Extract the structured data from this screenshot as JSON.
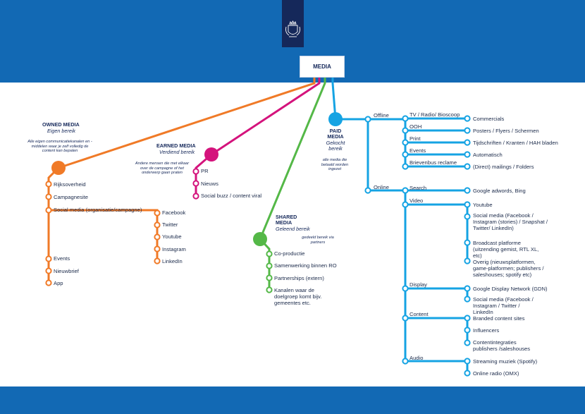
{
  "root": "MEDIA",
  "colors": {
    "owned": "#f07a27",
    "earned": "#d4137c",
    "shared": "#54b847",
    "paid": "#15a3e3",
    "band": "#1269b4",
    "logo_bg": "#15285a"
  },
  "logo_icon": "crest-icon",
  "owned": {
    "title": "OWNED MEDIA",
    "subtitle": "Eigen bereik",
    "note": [
      "Alle eigen communicatiekanalen en -",
      "middelen waar je zelf volledig de",
      "content kan bepalen"
    ],
    "items": [
      "Rijksoverheid",
      "Campagnesite",
      "Social media (organisatie/campagne)",
      "Events",
      "Nieuwbrief",
      "App"
    ],
    "social": [
      "Facebook",
      "Twitter",
      "Youtube",
      "Instagram",
      "LinkedIn"
    ]
  },
  "earned": {
    "title": "EARNED MEDIA",
    "subtitle": "Verdiend bereik",
    "note": [
      "Andere mensen die met elkaar",
      "over de campagne of het",
      "onderwerp gaan praten"
    ],
    "items": [
      "PR",
      "Nieuws",
      "Social buzz / content viral"
    ]
  },
  "shared": {
    "title": [
      "SHARED",
      "MEDIA"
    ],
    "subtitle": "Geleend bereik",
    "note": [
      "gedeeld bereik via",
      "partners"
    ],
    "items": [
      "Co-productie",
      "Samenwerking binnen RO",
      "Partnerships (extern)",
      "Kanalen waar de",
      "doelgroep komt bijv.",
      "gemeentes etc."
    ]
  },
  "paid": {
    "title": [
      "PAID",
      "MEDIA"
    ],
    "subtitle": [
      "Gekocht",
      "bereik"
    ],
    "note": [
      "alle media die",
      "betaald worden",
      "ingezet"
    ],
    "offline": {
      "label": "Offline",
      "channels": [
        "TV / Radio/ Bioscoop",
        "OOH",
        "Print",
        "Events",
        "Brievenbus reclame"
      ],
      "results": [
        "Commercials",
        "Posters / Flyers / Schermen",
        "Tijdschriften / Kranten / HAH bladen",
        "Automatisch",
        "(Direct) mailings / Folders"
      ]
    },
    "online": {
      "label": "Online",
      "channels": [
        "Search",
        "Video",
        "Display",
        "Content",
        "Audio"
      ],
      "search": [
        "Google adwords, Bing"
      ],
      "video": [
        "Youtube",
        "Social media (Facebook /",
        "Instagram (stories)  / Snapshat /",
        "Twitter/ LinkedIn)",
        "Broadcast platforme",
        "(uitzending gemist, RTL XL,",
        "etc)",
        "Overig (nieuwsplatformen,",
        "game-platformen; publishers  /",
        "saleshouses; spotify etc)"
      ],
      "display": [
        "Google Display Network (GDN)",
        "Social media (Facebook /",
        "Instagram / Twitter /",
        "LinkedIn"
      ],
      "content": [
        "Branded content sites",
        "Influencers",
        "Contentintegraties",
        "publishers /saleshouses"
      ],
      "audio": [
        "Streaming muziek (Spotify)",
        "Online radio (OMX)"
      ]
    }
  }
}
